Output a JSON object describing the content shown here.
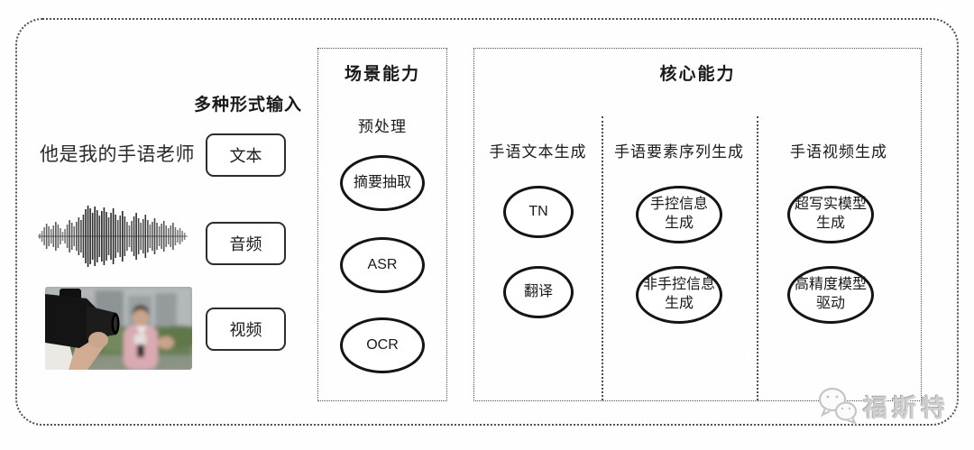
{
  "diagram": {
    "input": {
      "label": "多种形式输入",
      "text_example": "他是我的手语老师",
      "modes": [
        {
          "label": "文本"
        },
        {
          "label": "音频"
        },
        {
          "label": "视频"
        }
      ],
      "media": {
        "waveform_icon": "audio-waveform",
        "photo_icon": "reporter-filming-photo"
      }
    },
    "scene": {
      "title": "场景能力",
      "stage_label": "预处理",
      "nodes": [
        {
          "label": "摘要抽取"
        },
        {
          "label": "ASR"
        },
        {
          "label": "OCR"
        }
      ]
    },
    "core": {
      "title": "核心能力",
      "columns": [
        {
          "header": "手语文本生成",
          "nodes": [
            {
              "label": "TN"
            },
            {
              "label": "翻译"
            }
          ]
        },
        {
          "header": "手语要素序列生成",
          "nodes": [
            {
              "label": "手控信息\n生成"
            },
            {
              "label": "非手控信息\n生成"
            }
          ]
        },
        {
          "header": "手语视频生成",
          "nodes": [
            {
              "label": "超写实模型\n生成"
            },
            {
              "label": "高精度模型\n驱动"
            }
          ]
        }
      ]
    },
    "watermark": {
      "text": "福斯特",
      "icon": "wechat-logo-icon"
    },
    "colors": {
      "stroke": "#141414",
      "dotted_border": "#4f4f4f",
      "watermark_gray": "#cfcfcf",
      "background": "#fefefe"
    }
  }
}
